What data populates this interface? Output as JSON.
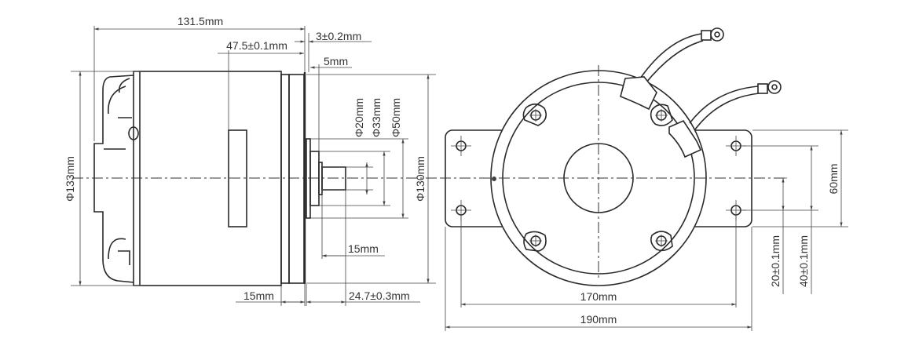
{
  "title": "Motor dimension drawing",
  "side_view": {
    "overall_length": "131.5mm",
    "mount_offset": "47.5±0.1mm",
    "flange_thickness": "3±0.2mm",
    "pilot_length": "5mm",
    "shaft_d": "Φ20mm",
    "pilot_d": "Φ33mm",
    "boss_d": "Φ50mm",
    "flange_d": "Φ130mm",
    "body_d": "Φ133mm",
    "shaft_length": "15mm",
    "front_ring": "15mm",
    "shaft_extension": "24.7±0.3mm"
  },
  "front_view": {
    "hole_span": "170mm",
    "plate_width": "190mm",
    "plate_height": "60mm",
    "hole_vertical": "40±0.1mm",
    "hole_half": "20±0.1mm"
  },
  "colors": {
    "line": "#2a2a2a",
    "text": "#333333"
  }
}
